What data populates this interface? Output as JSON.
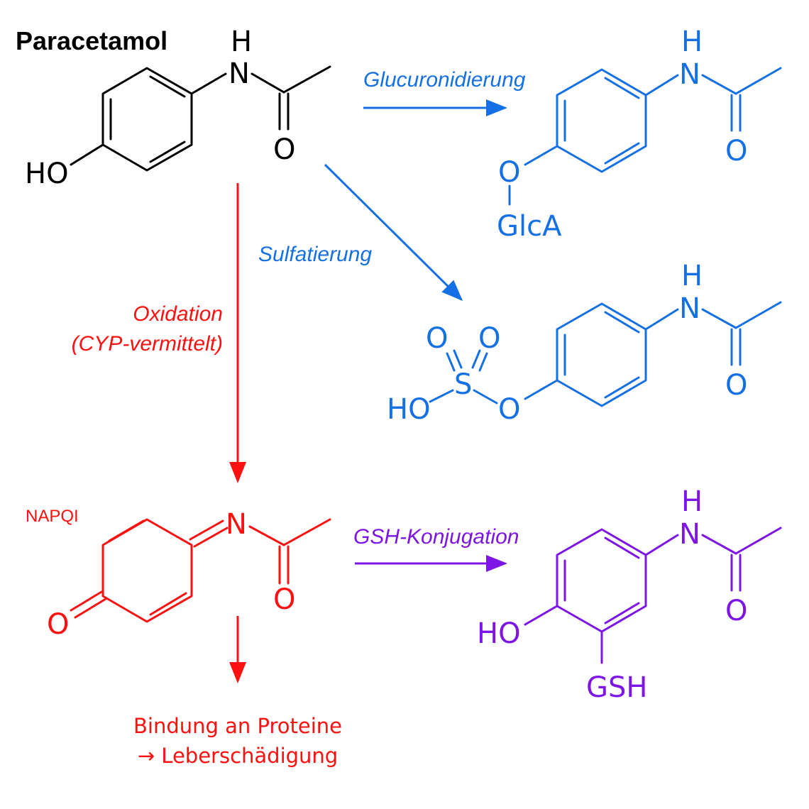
{
  "colors": {
    "parent": "#000000",
    "conjugation": "#1570e6",
    "oxidation": "#ff1010",
    "gsh": "#7d15e6"
  },
  "paracetamol": {
    "name": "Paracetamol",
    "atoms": {
      "h": "H",
      "n": "N",
      "o_carbonyl": "O",
      "ho": "HO"
    }
  },
  "glucuronide": {
    "reaction": "Glucuronidierung",
    "atoms": {
      "h": "H",
      "n": "N",
      "o_carbonyl": "O",
      "o_ether": "O",
      "glca": "GlcA"
    }
  },
  "sulfate": {
    "reaction": "Sulfatierung",
    "atoms": {
      "h": "H",
      "n": "N",
      "o_carbonyl": "O",
      "o_s1": "O",
      "o_s2": "O",
      "s": "S",
      "ho": "HO",
      "o_ether": "O"
    }
  },
  "oxidation": {
    "reaction_line1": "Oxidation",
    "reaction_line2": "(CYP-vermittelt)"
  },
  "napqi": {
    "name": "NAPQI",
    "atoms": {
      "n": "N",
      "o_carbonyl": "O",
      "o_quinone": "O"
    }
  },
  "gsh_conjugate": {
    "reaction": "GSH-Konjugation",
    "atoms": {
      "h": "H",
      "n": "N",
      "o_carbonyl": "O",
      "ho": "HO",
      "gsh": "GSH"
    }
  },
  "outcome": {
    "line1": "Bindung an Proteine",
    "line2": "→ Leberschädigung"
  }
}
